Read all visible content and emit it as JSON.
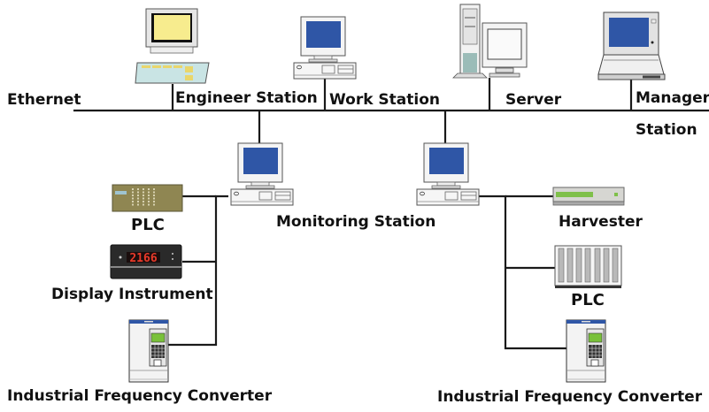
{
  "diagram": {
    "title": "Industrial network topology",
    "bus_label": "Ethernet",
    "top_nodes": [
      {
        "id": "engineer-station",
        "label": "Engineer Station",
        "device": "crt-monitor-keyboard"
      },
      {
        "id": "work-station",
        "label": "Work Station",
        "device": "desktop-computer"
      },
      {
        "id": "server",
        "label": "Server",
        "device": "tower-server-monitor"
      },
      {
        "id": "manager-station",
        "label_line1": "Manager",
        "label_line2": "Station",
        "device": "laptop"
      }
    ],
    "monitoring": {
      "label": "Monitoring Station",
      "computers": [
        "monitoring-pc-left",
        "monitoring-pc-right"
      ]
    },
    "left_branch": [
      {
        "id": "plc-left",
        "label": "PLC",
        "device": "plc-rack"
      },
      {
        "id": "display-instrument",
        "label": "Display Instrument",
        "device": "digital-display",
        "reading": "2166"
      },
      {
        "id": "ifc-left",
        "label": "Industrial Frequency Converter",
        "device": "frequency-converter"
      }
    ],
    "right_branch": [
      {
        "id": "harvester",
        "label": "Harvester",
        "device": "data-collector"
      },
      {
        "id": "plc-right",
        "label": "PLC",
        "device": "plc-modules"
      },
      {
        "id": "ifc-right",
        "label": "Industrial Frequency Converter",
        "device": "frequency-converter"
      }
    ],
    "colors": {
      "line": "#1a1a1a",
      "screen_blue": "#2f56a6",
      "screen_yellow": "#f7ec8e",
      "plc_olive": "#8f8652",
      "led_red": "#e83a2a",
      "lcd_green": "#79c13a",
      "case_grey": "#e9e9e9"
    }
  }
}
